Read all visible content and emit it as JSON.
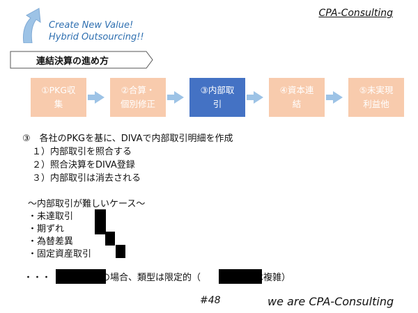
{
  "header": {
    "brand": "CPA-Consulting",
    "tagline_1": "Create New Value!",
    "tagline_2": "Hybrid Outsourcing!!"
  },
  "section_title": "連結決算の進め方",
  "steps": [
    {
      "label": "①PKG収\n集",
      "active": false
    },
    {
      "label": "②合算・\n個別修正",
      "active": false
    },
    {
      "label": "③内部取\n引",
      "active": true
    },
    {
      "label": "④資本連\n結",
      "active": false
    },
    {
      "label": "⑤未実現\n利益他",
      "active": false
    }
  ],
  "body": {
    "heading": "③　各社のPKGを基に、DIVAで内部取引明細を作成",
    "items": [
      "１）内部取引を照合する",
      "２）照合決算をDIVA登録",
      "３）内部取引は消去される"
    ]
  },
  "cases": {
    "title": "～内部取引が難しいケース～",
    "items": [
      "・未達取引",
      "・期ずれ",
      "・為替差異",
      "・固定資産取引"
    ]
  },
  "bottom": {
    "prefix": "・・・",
    "middle": "の場合、類型は限定的（",
    "suffix": "では複雑）"
  },
  "footer": {
    "page_number": "#48",
    "slogan": "we are CPA-Consulting"
  },
  "colors": {
    "step_inactive": "#f8cbad",
    "step_active": "#4472c4",
    "arrow": "#9dc3e6",
    "tagline": "#2e6fb0"
  }
}
